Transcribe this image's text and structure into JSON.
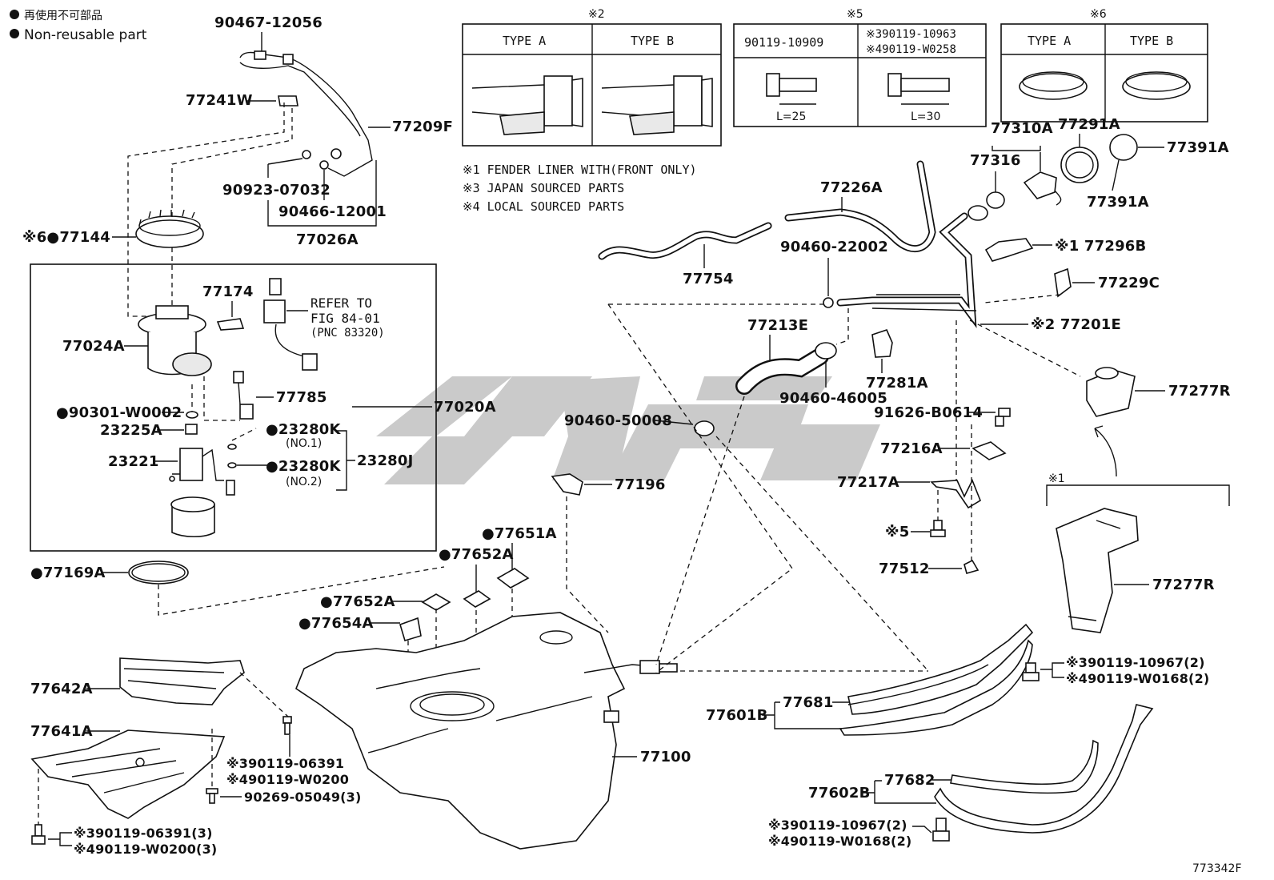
{
  "legend": {
    "jp": "再使用不可部品",
    "en": "Non-reusable part"
  },
  "figure_id": "773342F",
  "notes": {
    "n1": "※1 FENDER LINER WITH(FRONT ONLY)",
    "n3": "※3 JAPAN SOURCED PARTS",
    "n4": "※4 LOCAL SOURCED PARTS"
  },
  "table2": {
    "mark": "※2",
    "col_a": "TYPE A",
    "col_b": "TYPE B"
  },
  "table5": {
    "mark": "※5",
    "col_a": "90119-10909",
    "col_b1": "※390119-10963",
    "col_b2": "※490119-W0258",
    "len_a": "L=25",
    "len_b": "L=30"
  },
  "table6": {
    "mark": "※6",
    "col_a": "TYPE A",
    "col_b": "TYPE B"
  },
  "refer": {
    "l1": "REFER TO",
    "l2": "FIG 84-01",
    "l3": "(PNC 83320)"
  },
  "labels": {
    "p90467": "90467-12056",
    "p77241W": "77241W",
    "p77209F": "77209F",
    "p90923": "90923-07032",
    "p90466": "90466-12001",
    "p77026A": "77026A",
    "p77144": "※6●77144",
    "p77174": "77174",
    "p77024A": "77024A",
    "p77785": "77785",
    "p77020A": "77020A",
    "p90301": "●90301-W0002",
    "p23225A": "23225A",
    "p23280K1": "●23280K",
    "p23280K1n": "(NO.1)",
    "p23280K2": "●23280K",
    "p23280K2n": "(NO.2)",
    "p23280J": "23280J",
    "p23221": "23221",
    "p77169A": "●77169A",
    "p77651A": "●77651A",
    "p77652A_1": "●77652A",
    "p77652A_2": "●77652A",
    "p77654A": "●77654A",
    "p77642A": "77642A",
    "p77641A": "77641A",
    "p90119_06391": "※390119-06391",
    "p90119_W0200": "※490119-W0200",
    "p90269": "90269-05049(3)",
    "p90119_06391_3": "※390119-06391(3)",
    "p90119_W0200_3": "※490119-W0200(3)",
    "p77100": "77100",
    "p77196": "77196",
    "p90460_50008": "90460-50008",
    "p77213E": "77213E",
    "p90460_46005": "90460-46005",
    "p77281A": "77281A",
    "p90460_22002": "90460-22002",
    "p77754": "77754",
    "p77226A": "77226A",
    "p77310A": "77310A",
    "p77316": "77316",
    "p77291A": "77291A",
    "p77391A_1": "77391A",
    "p77391A_2": "77391A",
    "p77296B": "※1 77296B",
    "p77229C": "77229C",
    "p77201E": "※2 77201E",
    "p77277R_1": "77277R",
    "p91626": "91626-B0614",
    "p77216A": "77216A",
    "p77217A": "77217A",
    "p5mark": "※5",
    "p77512": "77512",
    "p1mark": "※1",
    "p77277R_2": "77277R",
    "p90119_10967": "※390119-10967(2)",
    "p90119_W0168": "※490119-W0168(2)",
    "p77601B": "77601B",
    "p77681": "77681",
    "p77602B": "77602B",
    "p77682": "77682",
    "p90119_10967b": "※390119-10967(2)",
    "p90119_W0168b": "※490119-W0168(2)"
  }
}
